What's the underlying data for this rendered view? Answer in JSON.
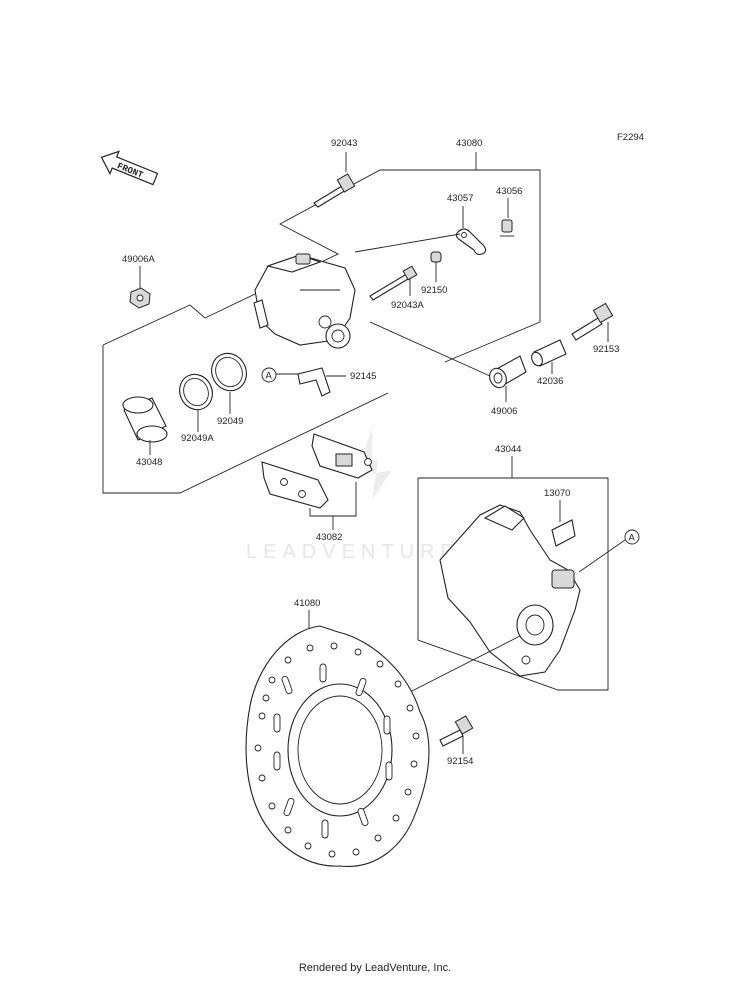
{
  "diagram_code": "F2294",
  "front_label": "FRONT",
  "callout_label": "A",
  "watermark": "LEADVENTURE",
  "footer": "Rendered by LeadVenture, Inc.",
  "parts": {
    "p92043": "92043",
    "p43080": "43080",
    "p43057": "43057",
    "p43056": "43056",
    "p49006A": "49006A",
    "p92150": "92150",
    "p92043A": "92043A",
    "p92153": "92153",
    "p92145": "92145",
    "p42036": "42036",
    "p49006": "49006",
    "p92049": "92049",
    "p92049A": "92049A",
    "p43048": "43048",
    "p43044": "43044",
    "p13070": "13070",
    "p43082": "43082",
    "p41080": "41080",
    "p92154": "92154"
  }
}
